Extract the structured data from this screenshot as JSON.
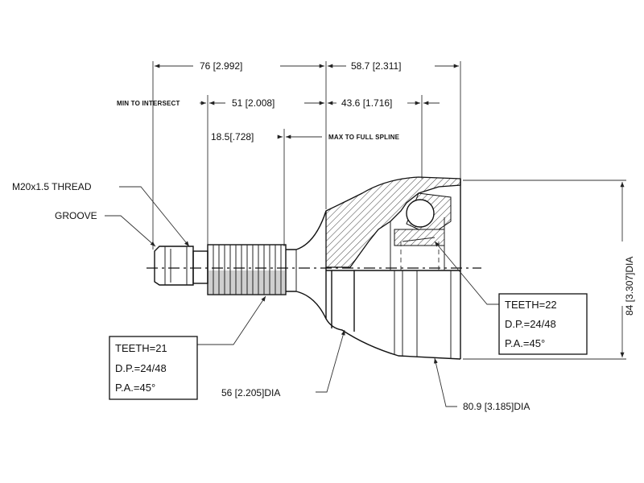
{
  "dimensions": {
    "overall_shaft": "76 [2.992]",
    "overall_body": "58.7 [2.311]",
    "min_to_intersect_label": "MIN TO INTERSECT",
    "min_to_intersect": "51 [2.008]",
    "body_to_center": "43.6 [1.716]",
    "spline_length": "18.5[.728]",
    "max_full_spline_label": "MAX TO FULL SPLINE",
    "thread": "M20x1.5 THREAD",
    "groove": "GROOVE",
    "outer_dia": "84 [3.307]DIA",
    "seal_dia": "56 [2.205]DIA",
    "body_dia": "80.9 [3.185]DIA"
  },
  "outer_spline": {
    "teeth": "TEETH=21",
    "dp": "D.P.=24/48",
    "pa": "P.A.=45°"
  },
  "inner_spline": {
    "teeth": "TEETH=22",
    "dp": "D.P.=24/48",
    "pa": "P.A.=45°"
  }
}
